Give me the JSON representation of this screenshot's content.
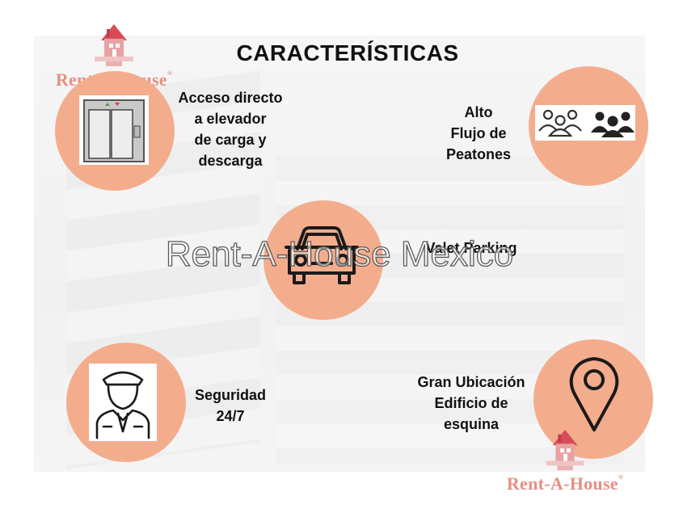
{
  "title": "CARACTERÍSTICAS",
  "watermark": "Rent-A-House Mexico",
  "logo": {
    "text": "Rent-A-House",
    "mark": "®"
  },
  "features": {
    "elevator": [
      "Acceso directo",
      "a elevador",
      "de carga y",
      "descarga"
    ],
    "pedestrians": [
      "Alto",
      "Flujo de",
      "Peatones"
    ],
    "valet": [
      "Valet Parking"
    ],
    "security": [
      "Seguridad",
      "24/7"
    ],
    "location": [
      "Gran Ubicación",
      "Edificio de",
      "esquina"
    ]
  },
  "colors": {
    "circle": "#f3ad8d",
    "logo": "#e58f86",
    "text": "#111111"
  },
  "icons": [
    "house-logo-icon",
    "elevator-icon",
    "people-group-icon",
    "car-front-icon",
    "security-guard-icon",
    "location-pin-icon"
  ]
}
